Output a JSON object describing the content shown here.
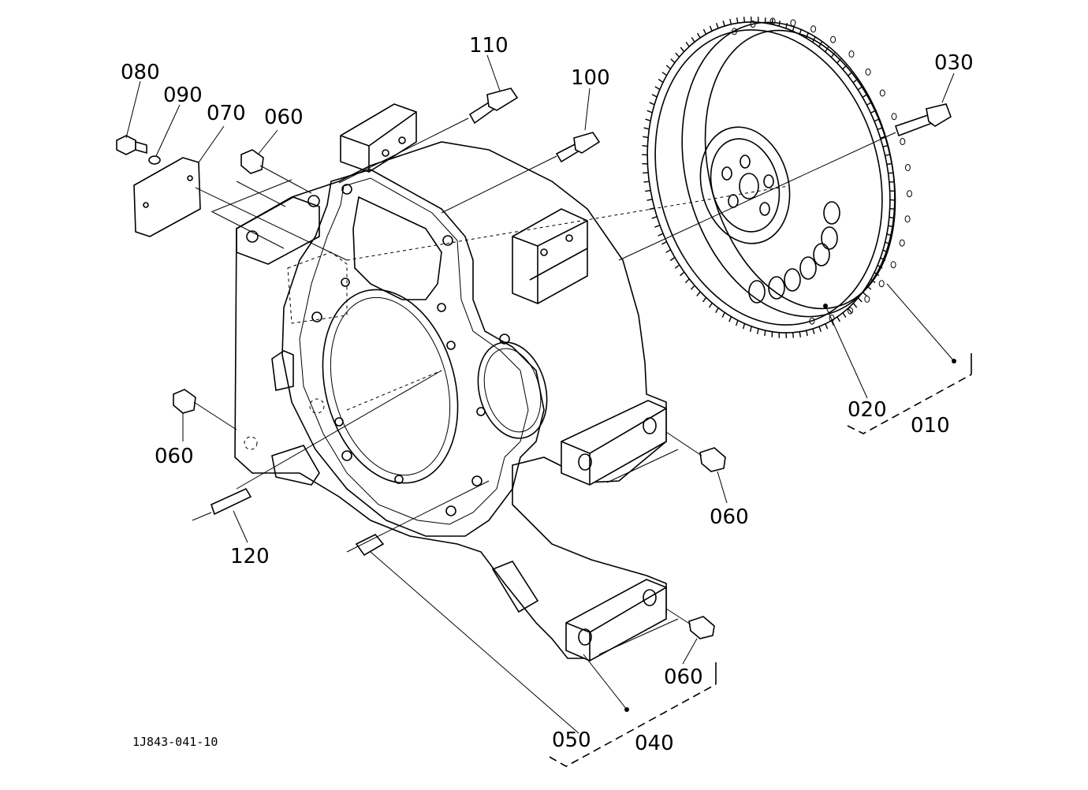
{
  "drawing_code": "1J843-041-10",
  "callouts": [
    {
      "id": "c080",
      "text": "080"
    },
    {
      "id": "c090",
      "text": "090"
    },
    {
      "id": "c070",
      "text": "070"
    },
    {
      "id": "c060a",
      "text": "060"
    },
    {
      "id": "c110",
      "text": "110"
    },
    {
      "id": "c100",
      "text": "100"
    },
    {
      "id": "c030",
      "text": "030"
    },
    {
      "id": "c020",
      "text": "020"
    },
    {
      "id": "c010",
      "text": "010"
    },
    {
      "id": "c060b",
      "text": "060"
    },
    {
      "id": "c060c",
      "text": "060"
    },
    {
      "id": "c120",
      "text": "120"
    },
    {
      "id": "c060d",
      "text": "060"
    },
    {
      "id": "c050",
      "text": "050"
    },
    {
      "id": "c040",
      "text": "040"
    }
  ]
}
